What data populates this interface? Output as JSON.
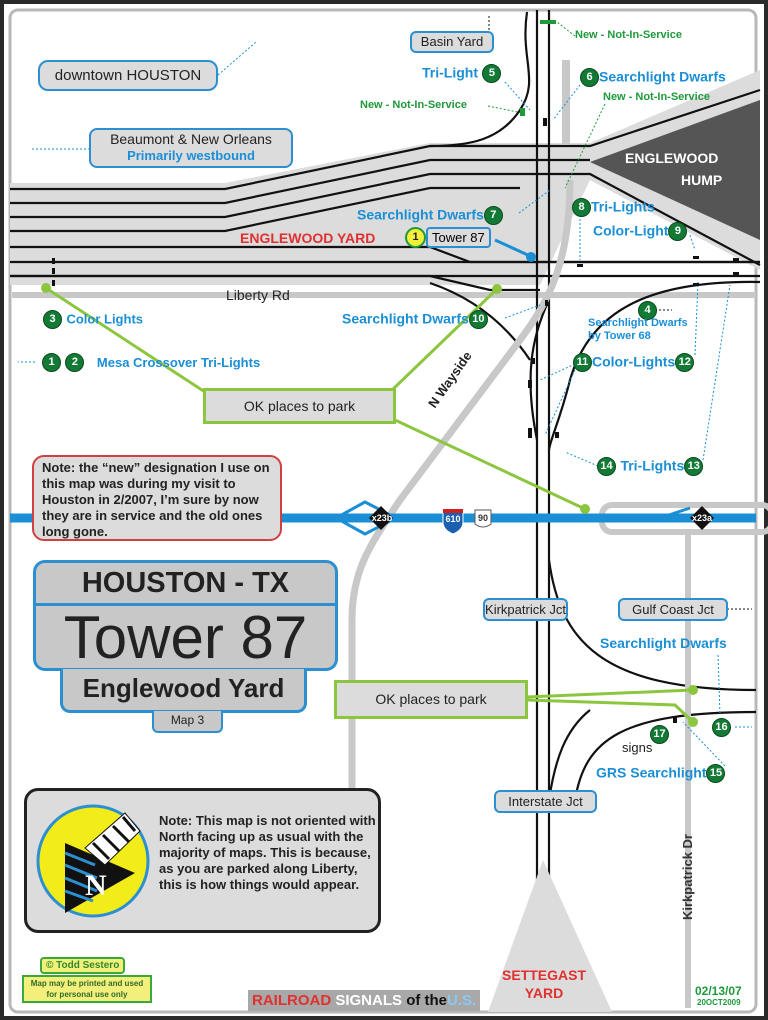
{
  "labels": {
    "basin_yard": "Basin Yard",
    "new_nis_top": "New - Not-In-Service",
    "downtown": "downtown HOUSTON",
    "tri_light": "Tri-Light",
    "searchlight_dwarfs_6": "Searchlight Dwarfs",
    "new_nis_left": "New - Not-In-Service",
    "new_nis_right": "New - Not-In-Service",
    "beaumont": "Beaumont & New Orleans",
    "westbound": "Primarily westbound",
    "hump_1": "ENGLEWOOD",
    "hump_2": "HUMP",
    "searchlight_dwarfs_7": "Searchlight Dwarfs",
    "tri_lights_8": "Tri-Lights",
    "color_light_9": "Color-Light",
    "englewood_yard": "ENGLEWOOD YARD",
    "tower87": "Tower 87",
    "liberty_rd": "Liberty Rd",
    "color_lights_3": "Color Lights",
    "searchlight_dwarfs_10": "Searchlight Dwarfs",
    "dwarfs_tower68": "Searchlight Dwarfs by Tower 68",
    "mesa": "Mesa Crossover Tri-Lights",
    "color_lights_11": "Color-Lights",
    "ok_park_1": "OK places to park",
    "n_wayside": "N Wayside",
    "note_new": "Note: the “new” designation I use on this map was during my visit to Houston in 2/2007, I’m sure by now they are in service and the old ones long gone.",
    "tri_lights_14": "Tri-Lights",
    "exit_23b": "x23b",
    "i610": "610",
    "us90": "90",
    "exit_23a": "x23a",
    "kirkpatrick_jct": "Kirkpatrick Jct",
    "gulf_coast_jct": "Gulf Coast Jct",
    "searchlight_dwarfs_16": "Searchlight Dwarfs",
    "ok_park_2": "OK places to park",
    "signs": "signs",
    "grs_searchlight": "GRS Searchlight",
    "interstate_jct": "Interstate Jct",
    "note_north": "Note: This map is not oriented with North facing up as usual with the majority of maps.  This is because, as you are parked along Liberty, this is how things would appear.",
    "kirkpatrick_dr": "Kirkpatrick Dr",
    "settegast_1": "SETTEGAST",
    "settegast_2": "YARD"
  },
  "title": {
    "city": "HOUSTON - TX",
    "tower": "Tower 87",
    "yard": "Englewood Yard",
    "map": "Map 3"
  },
  "numbers": {
    "n1": "1",
    "n2": "2",
    "n3": "3",
    "n4": "4",
    "n5": "5",
    "n6": "6",
    "n7": "7",
    "n8": "8",
    "n9": "9",
    "n10": "10",
    "n11": "11",
    "n12": "12",
    "n13": "13",
    "n14": "14",
    "n15": "15",
    "n16": "16",
    "n17": "17"
  },
  "footer": {
    "copyright": "Todd Sestero",
    "copyright_symbol": "©",
    "permission": "Map may be printed and used for personal use only",
    "brand_1": "RAILROAD",
    "brand_2": "SIGNALS",
    "brand_3": "of the",
    "brand_4": "U.S.",
    "date": "02/13/07",
    "revised": "20OCT2009"
  },
  "colors": {
    "blue": "#1a8fd6",
    "green": "#1e9a3a",
    "park_green": "#8cc63f",
    "red": "#e03030",
    "highway": "#1a8fd6"
  }
}
